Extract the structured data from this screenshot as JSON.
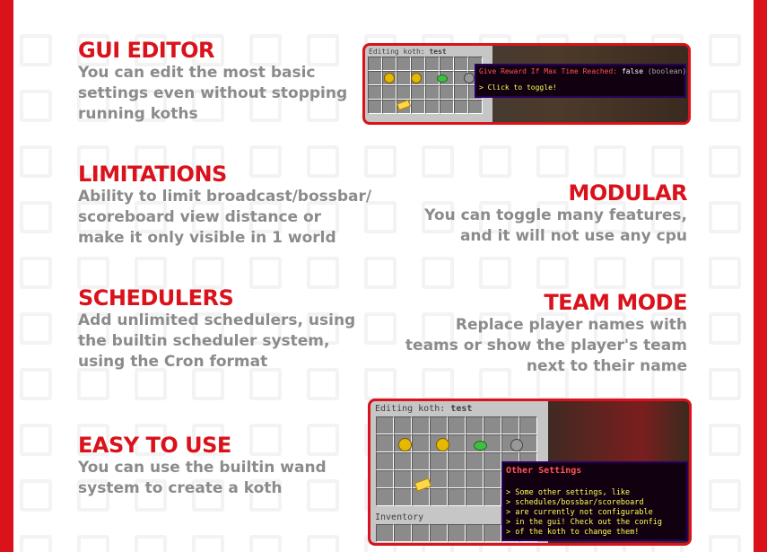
{
  "colors": {
    "accent": "#d9121b",
    "text_muted": "#8b8b8b",
    "background": "#ffffff"
  },
  "sections": {
    "gui_editor": {
      "title": "GUI EDITOR",
      "lines": [
        "You can edit the most basic",
        "settings even without stopping",
        "running koths"
      ]
    },
    "limitations": {
      "title": "LIMITATIONS",
      "lines": [
        "Ability to limit broadcast/bossbar/",
        "scoreboard view distance or",
        "make it only visible in 1 world"
      ]
    },
    "modular": {
      "title": "MODULAR",
      "lines": [
        "You can toggle many features,",
        "and it will not use any cpu"
      ]
    },
    "schedulers": {
      "title": "SCHEDULERS",
      "lines": [
        "Add unlimited schedulers, using",
        "the builtin scheduler system,",
        "using the Cron format"
      ]
    },
    "team_mode": {
      "title": "TEAM MODE",
      "lines": [
        "Replace player names with",
        "teams or show the player's team",
        "next to their name"
      ]
    },
    "easy_to_use": {
      "title": "EASY TO USE",
      "lines": [
        "You can use the builtin wand",
        "system to create a koth"
      ]
    }
  },
  "screenshot1": {
    "title_prefix": "Editing koth: ",
    "title_name": "test",
    "tooltip_key": "Give Reward If Max Time Reached: ",
    "tooltip_value": "false",
    "tooltip_type": " (boolean)",
    "tooltip_hint": "> Click to toggle!"
  },
  "screenshot2": {
    "title_prefix": "Editing koth: ",
    "title_name": "test",
    "inventory_label": "Inventory",
    "tooltip_title": "Other Settings",
    "tooltip_lines": [
      "> Some other settings, like",
      "> schedules/bossbar/scoreboard",
      "> are currently not configurable",
      "> in the gui! Check out the config",
      "> of the koth to change them!"
    ]
  }
}
